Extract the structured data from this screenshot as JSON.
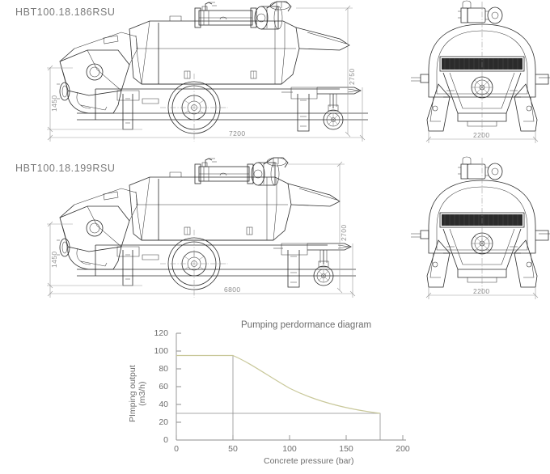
{
  "page": {
    "background": "#ffffff",
    "line_color": "#2b2b2b",
    "dimension_color": "#9a9a9a",
    "text_color": "#6e6e6e",
    "curve_color": "#c9c89a"
  },
  "drawings": [
    {
      "model": "HBT100.18.186RSU",
      "views": [
        "side-view",
        "front-view"
      ],
      "dimensions": {
        "height_side": "1450",
        "height_total": "2750",
        "length": "7200",
        "width_front": "2200"
      }
    },
    {
      "model": "HBT100.18.199RSU",
      "views": [
        "side-view",
        "front-view"
      ],
      "dimensions": {
        "height_side": "1450",
        "height_total": "2700",
        "length": "6800",
        "width_front": "2200"
      }
    }
  ],
  "chart_data": {
    "type": "line",
    "title": "Pumping perdormance diagram",
    "xlabel": "Concrete pressure (bar)",
    "ylabel_line1": "PImping output",
    "ylabel_line2": "(m3/h)",
    "xlim": [
      0,
      200
    ],
    "ylim": [
      0,
      120
    ],
    "xticks": [
      "0",
      "50",
      "100",
      "150",
      "200"
    ],
    "yticks": [
      "0",
      "20",
      "40",
      "60",
      "80",
      "100",
      "120"
    ],
    "grid": false,
    "legend": "none",
    "series": [
      {
        "name": "Pumping output",
        "x": [
          0,
          50,
          60,
          70,
          80,
          90,
          100,
          110,
          120,
          130,
          140,
          150,
          160,
          170,
          180
        ],
        "y": [
          95,
          95,
          83,
          74,
          66,
          60,
          54,
          49,
          45,
          41,
          38,
          35,
          33,
          31,
          30
        ]
      }
    ],
    "annotations": [
      {
        "name": "max-output-line",
        "value": 95,
        "from_x": 0,
        "to_x": 50
      },
      {
        "name": "min-output-line",
        "value": 30,
        "from_x": 0,
        "to_x": 180
      },
      {
        "name": "rated-pressure-drop",
        "x": 50
      },
      {
        "name": "max-pressure-drop",
        "x": 180
      }
    ]
  }
}
